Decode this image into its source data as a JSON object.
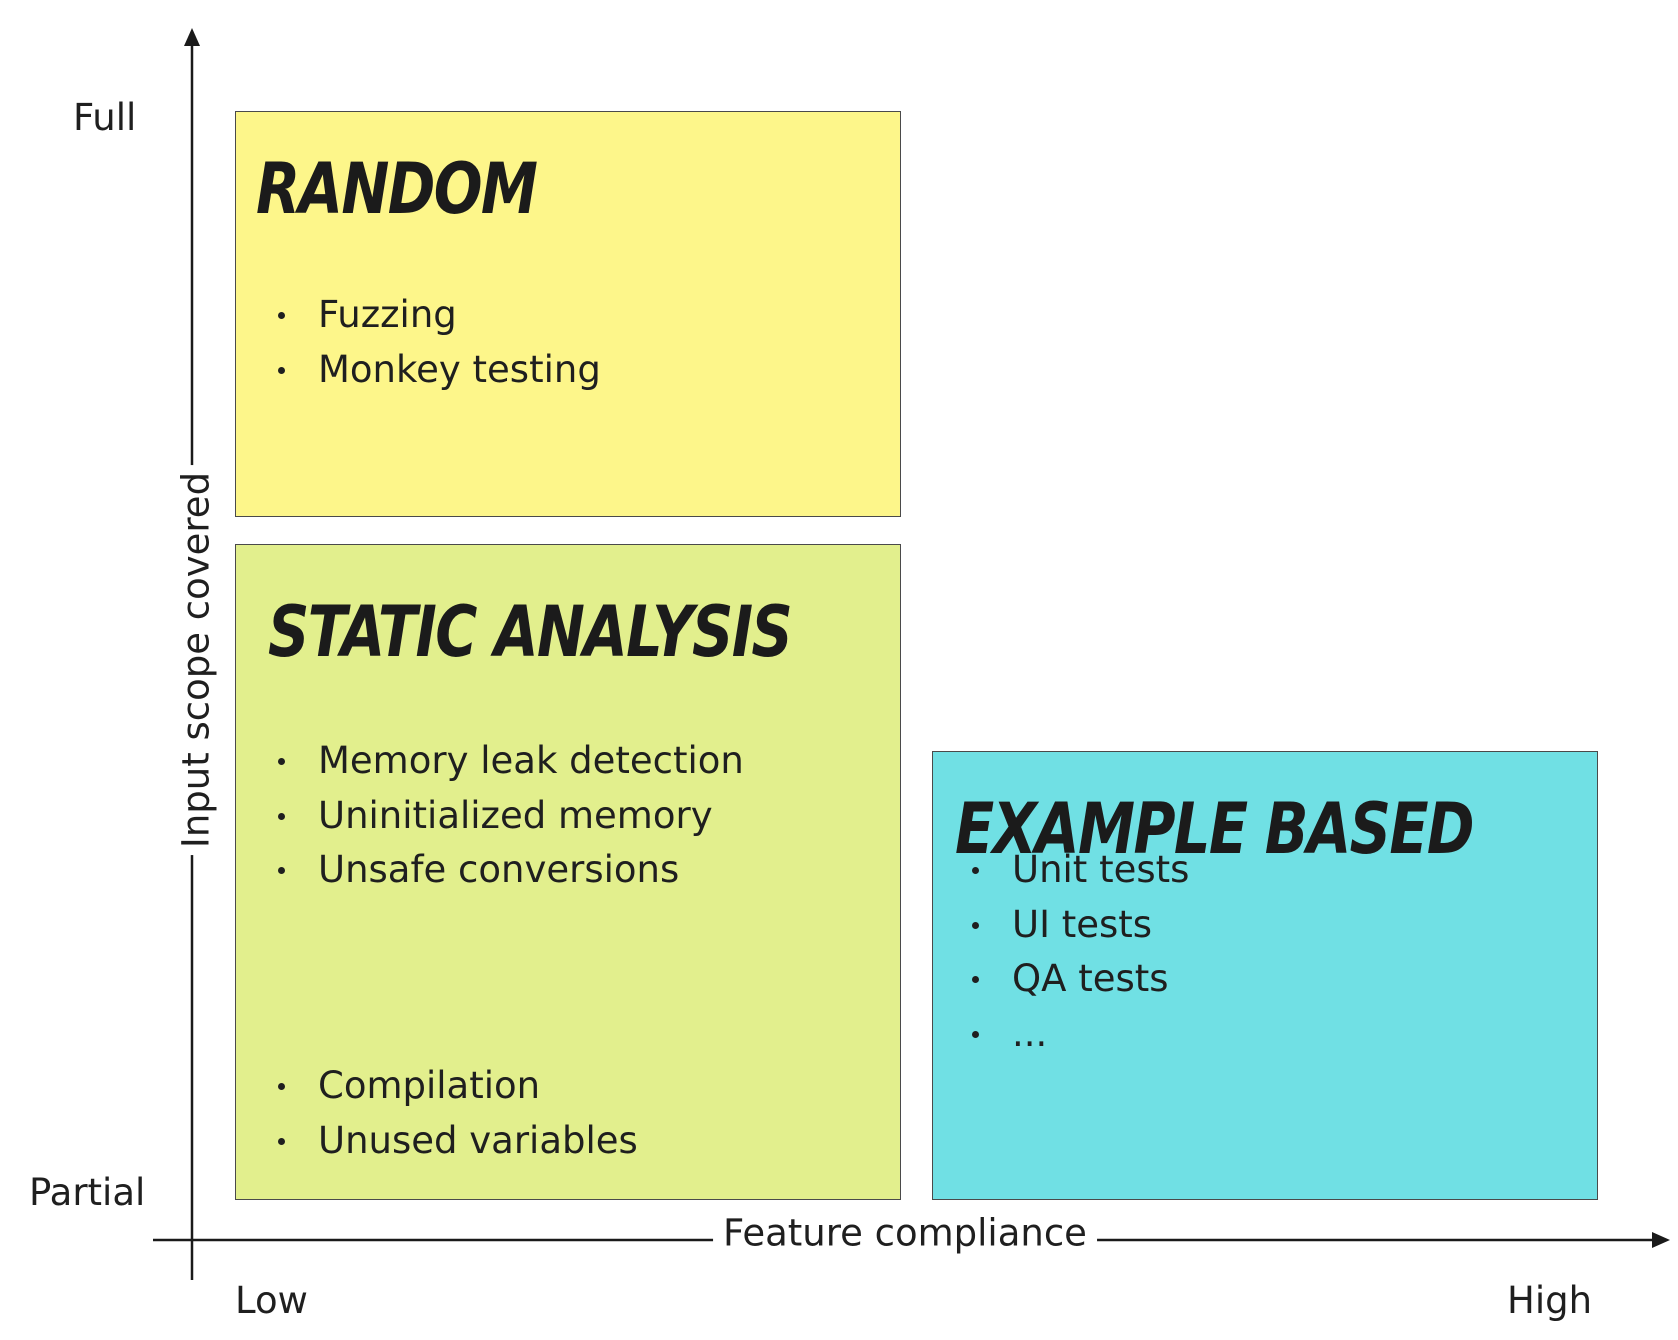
{
  "axes": {
    "y_title": "Input scope covered",
    "y_top_label": "Full",
    "y_bottom_label": "Partial",
    "x_title": "Feature compliance",
    "x_left_label": "Low",
    "x_right_label": "High"
  },
  "quadrants": {
    "random": {
      "title": "Random",
      "color": "#fdf68a",
      "items": [
        "Fuzzing",
        "Monkey testing"
      ]
    },
    "static_analysis": {
      "title": "Static Analysis",
      "color": "#e2ef8d",
      "items_top": [
        "Memory leak detection",
        "Uninitialized memory",
        "Unsafe conversions"
      ],
      "items_bottom": [
        "Compilation",
        "Unused variables"
      ]
    },
    "example_based": {
      "title": "Example Based",
      "color": "#70e0e4",
      "items": [
        "Unit tests",
        "UI tests",
        "QA tests",
        "..."
      ]
    }
  }
}
